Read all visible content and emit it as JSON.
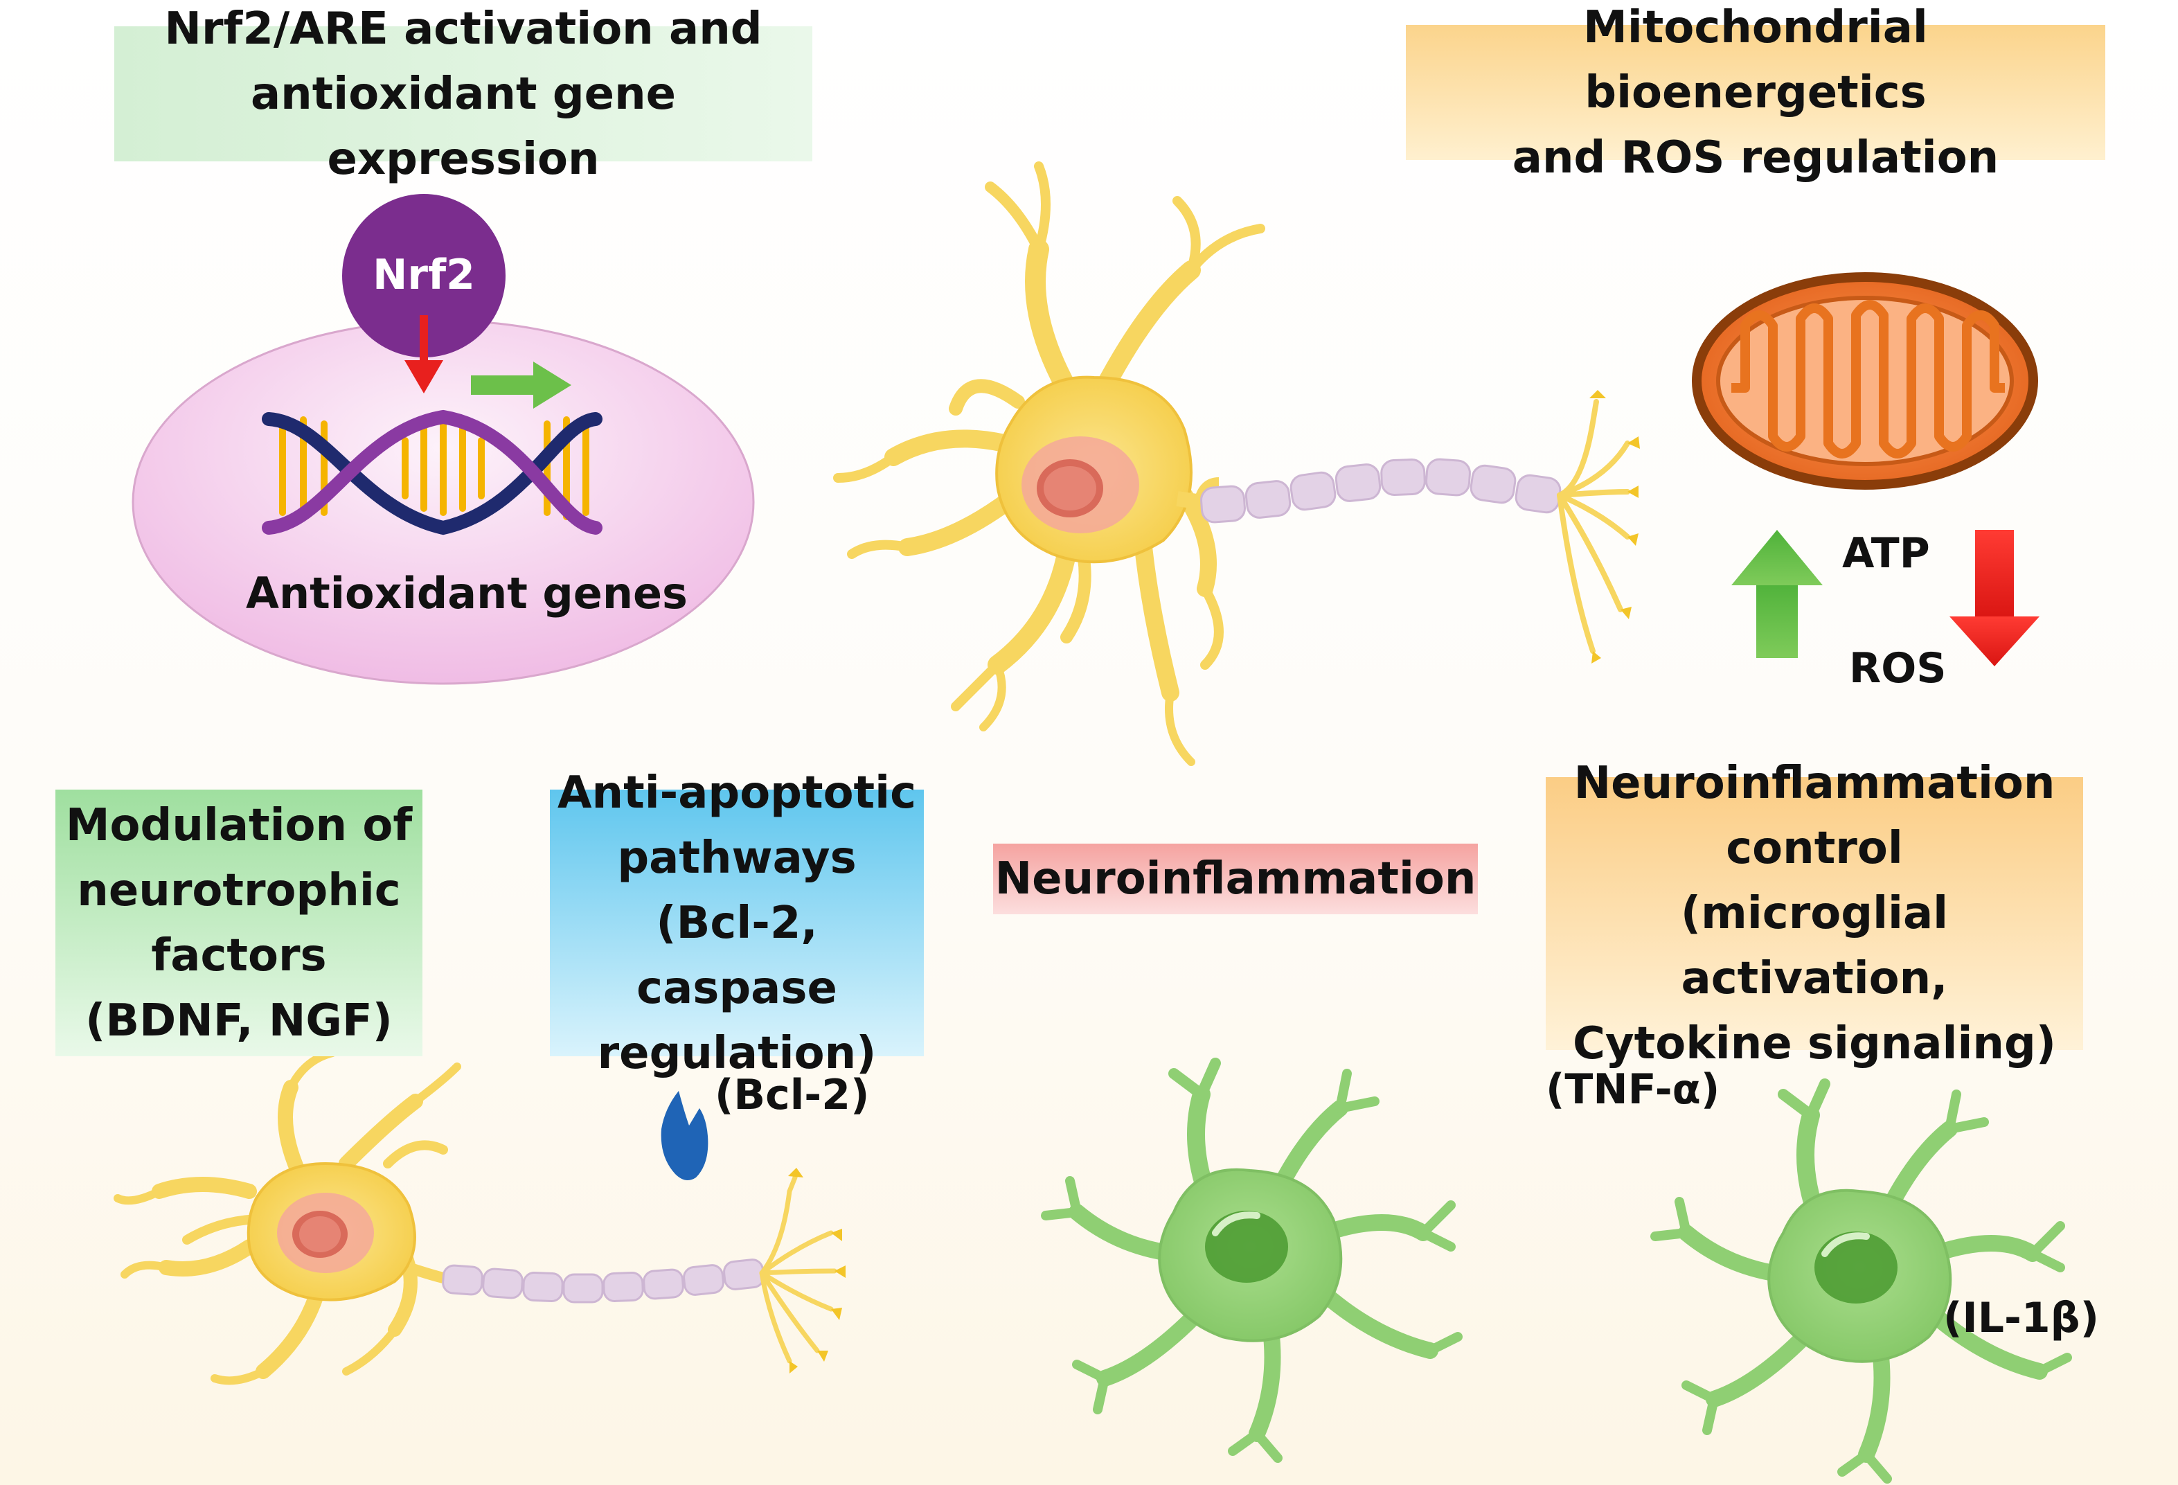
{
  "panels": {
    "nrf2_are": {
      "line1": "Nrf2/ARE activation and",
      "line2": "antioxidant gene expression",
      "color": "#d4efd4"
    },
    "mitochondria": {
      "line1": "Mitochondrial bioenergetics",
      "line2": "and ROS regulation",
      "color": "#fbd48c"
    },
    "neurotrophic": {
      "line1": "Modulation of",
      "line2": "neurotrophic",
      "line3": "factors",
      "line4": "(BDNF, NGF)",
      "color": "#9fdf9f"
    },
    "anti_apoptotic": {
      "line1": "Anti-apoptotic",
      "line2": "pathways",
      "line3": "(Bcl-2, caspase",
      "line4": "regulation)",
      "color": "#5fc6ee"
    },
    "neuroinflammation": {
      "label": "Neuroinflammation",
      "color": "#f5a3a0"
    },
    "neuroinflammation_control": {
      "line1": "Neuroinflammation",
      "line2": "control",
      "line3": "(microglial activation,",
      "line4": "Cytokine signaling)",
      "color": "#fbcd85"
    }
  },
  "labels": {
    "nrf2": "Nrf2",
    "antioxidant_genes": "Antioxidant genes",
    "atp": "ATP",
    "ros": "ROS",
    "bcl2": "(Bcl-2)",
    "tnf": "(TNF-α)",
    "il1b": "(IL-1β)"
  },
  "colors": {
    "nrf2_purple": "#7b2d8e",
    "nucleus_pink": "#f7d2ee",
    "neuron_yellow": "#f7d660",
    "myelin_lavender": "#e3d2e6",
    "mitochondrion_orange": "#e8731f",
    "microglia_green": "#8fcf73",
    "up_arrow_green": "#6cc04a",
    "down_arrow_red": "#e8201e",
    "bcl2_blue": "#1f64b6"
  },
  "icons": [
    "nrf2-protein-icon",
    "dna-helix-icon",
    "neuron-icon",
    "mitochondrion-icon",
    "microglia-icon",
    "bcl2-protein-icon"
  ]
}
